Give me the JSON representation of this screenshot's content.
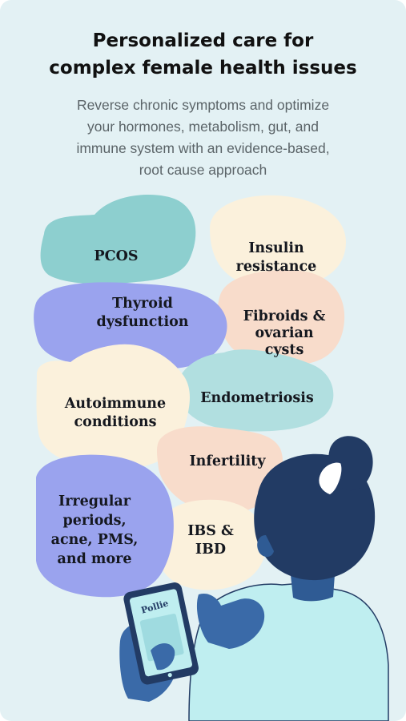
{
  "headline": {
    "line1": "Personalized care for",
    "line2": "complex female health issues"
  },
  "subhead": {
    "line1": "Reverse chronic symptoms and optimize",
    "line2": "your hormones, metabolism, gut, and",
    "line3": "immune system with an evidence-based,",
    "line4": "root cause approach"
  },
  "conditions": {
    "pcos": "PCOS",
    "insulin_1": "Insulin",
    "insulin_2": "resistance",
    "thyroid_1": "Thyroid",
    "thyroid_2": "dysfunction",
    "fibroids_1": "Fibroids &",
    "fibroids_2": "ovarian",
    "fibroids_3": "cysts",
    "endometriosis": "Endometriosis",
    "autoimmune_1": "Autoimmune",
    "autoimmune_2": "conditions",
    "infertility": "Infertility",
    "irregular_1": "Irregular",
    "irregular_2": "periods,",
    "irregular_3": "acne, PMS,",
    "irregular_4": "and more",
    "ibs_1": "IBS &",
    "ibs_2": "IBD"
  },
  "phone": {
    "brand": "Pollie"
  },
  "colors": {
    "background": "#e3f1f4",
    "teal": "#8dcfcf",
    "cream": "#fbf1dc",
    "purple": "#9aa3ee",
    "peach": "#f8dccb",
    "light_teal": "#b1dfe0",
    "navy": "#223b64",
    "skin_blue": "#3a6aa8"
  }
}
